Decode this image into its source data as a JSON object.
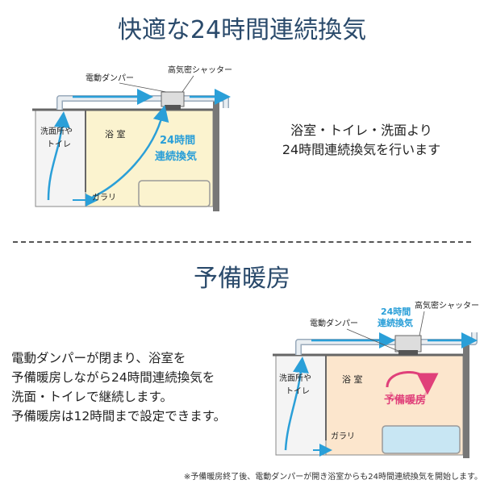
{
  "section1": {
    "title": "快適な24時間連続換気",
    "description_lines": [
      "浴室・トイレ・洗面より",
      "24時間連続換気を行います"
    ],
    "diagram": {
      "label_damper": "電動ダンパー",
      "label_shutter": "高気密シャッター",
      "label_room_left_1": "洗面所や",
      "label_room_left_2": "トイレ",
      "label_bathroom": "浴 室",
      "label_flow_1": "24時間",
      "label_flow_2": "連続換気",
      "label_garari": "ガラリ"
    }
  },
  "section2": {
    "title": "予備暖房",
    "description_lines": [
      "電動ダンパーが閉まり、浴室を",
      "予備暖房しながら24時間連続換気を",
      "洗面・トイレで継続します。",
      "予備暖房は12時間まで設定できます。"
    ],
    "diagram": {
      "label_flow_1": "24時間",
      "label_flow_2": "連続換気",
      "label_shutter": "高気密シャッター",
      "label_damper": "電動ダンパー",
      "label_room_left_1": "洗面所や",
      "label_room_left_2": "トイレ",
      "label_bathroom": "浴 室",
      "label_heating": "予備暖房",
      "label_garari": "ガラリ"
    }
  },
  "footnote": "※予備暖房終了後、電動ダンパーが開き浴室からも24時間連続換気を開始します。",
  "colors": {
    "title": "#2a4a6b",
    "airflow": "#2a9fd8",
    "heating": "#e0407a",
    "bathroom_1": "#fbf3cf",
    "bathroom_2": "#fce6cd",
    "left_room": "#f4f4f4",
    "tub": "#c8e6f3"
  }
}
